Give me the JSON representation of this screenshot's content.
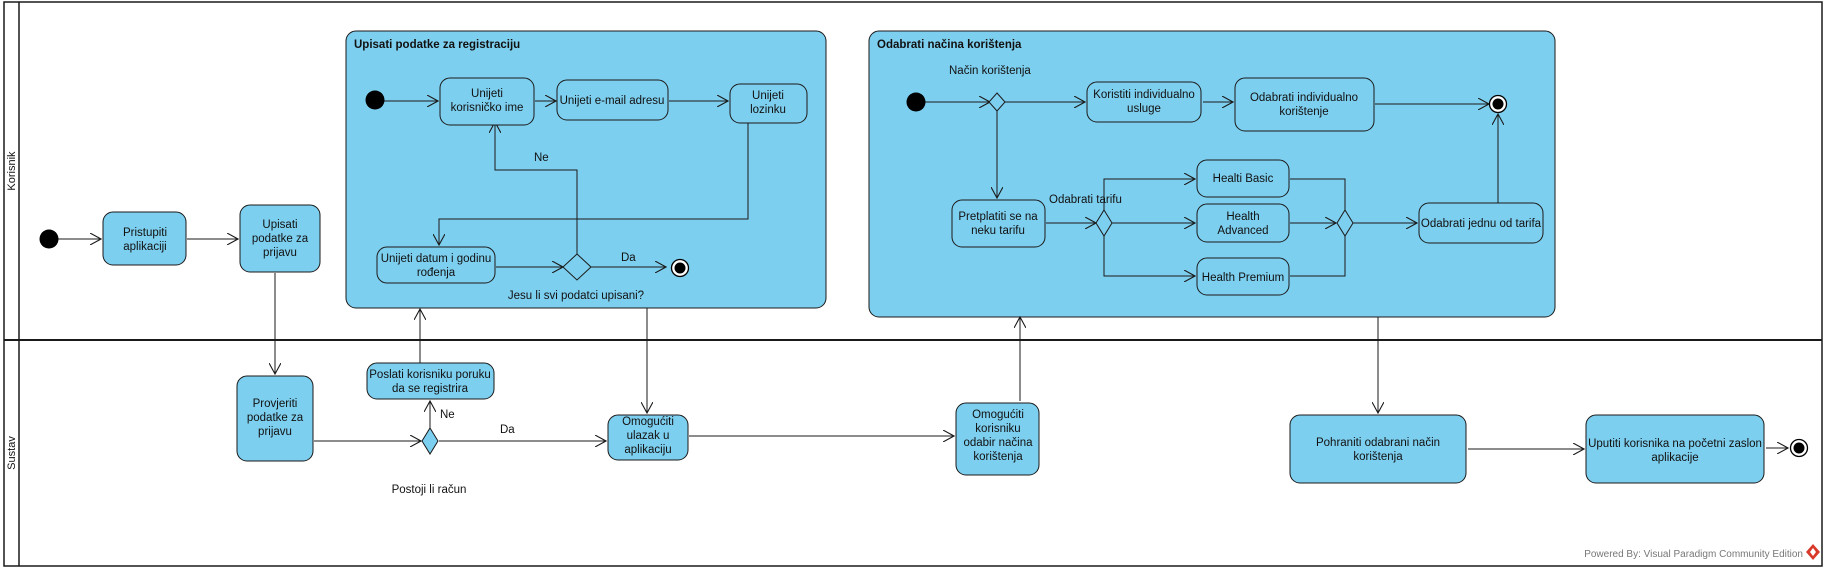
{
  "lanes": {
    "top": "Korisnik",
    "bottom": "Sustav"
  },
  "regions": {
    "registration": "Upisati podatke za registraciju",
    "usage": "Odabrati načina korištenja"
  },
  "nodes": {
    "pristupiti": [
      "Pristupiti",
      "aplikaciji"
    ],
    "upisati": [
      "Upisati",
      "podatke za",
      "prijavu"
    ],
    "korisnicko": [
      "Unijeti",
      "korisničko ime"
    ],
    "email": [
      "Unijeti e-mail adresu"
    ],
    "lozinka": [
      "Unijeti",
      "lozinku"
    ],
    "datum": [
      "Unijeti datum i godinu",
      "rođenja"
    ],
    "individualno_usluge": [
      "Koristiti individualno",
      "usluge"
    ],
    "individualno_odabrati": [
      "Odabrati individualno",
      "korištenje"
    ],
    "pretplatiti": [
      "Pretplatiti se na",
      "neku tarifu"
    ],
    "basic": [
      "Healti Basic"
    ],
    "advanced": [
      "Health",
      "Advanced"
    ],
    "premium": [
      "Health Premium"
    ],
    "jedna_tarifa": [
      "Odabrati jednu od tarifa"
    ],
    "poruka": [
      "Poslati korisniku poruku",
      "da se registrira"
    ],
    "provjeriti": [
      "Provjeriti",
      "podatke za",
      "prijavu"
    ],
    "omoguciti_ulazak": [
      "Omogućiti",
      "ulazak u",
      "aplikaciju"
    ],
    "omoguciti_odabir": [
      "Omogućiti",
      "korisniku",
      "odabir načina",
      "korištenja"
    ],
    "pohraniti": [
      "Pohraniti odabrani način",
      "korištenja"
    ],
    "uputiti": [
      "Uputiti korisnika na početni zaslon",
      "aplikacije"
    ]
  },
  "labels": {
    "reg_ne": "Ne",
    "reg_da": "Da",
    "reg_question": "Jesu li svi podatci upisani?",
    "nacin": "Način korištenja",
    "tarifa": "Odabrati tarifu",
    "sys_ne": "Ne",
    "sys_da": "Da",
    "sys_question": "Postoji li račun"
  },
  "watermark": "Powered By: Visual Paradigm Community Edition",
  "colors": {
    "fill": "#7dcfef",
    "stroke": "#1a1a1a",
    "watermark_icon": "#d83a2a"
  }
}
